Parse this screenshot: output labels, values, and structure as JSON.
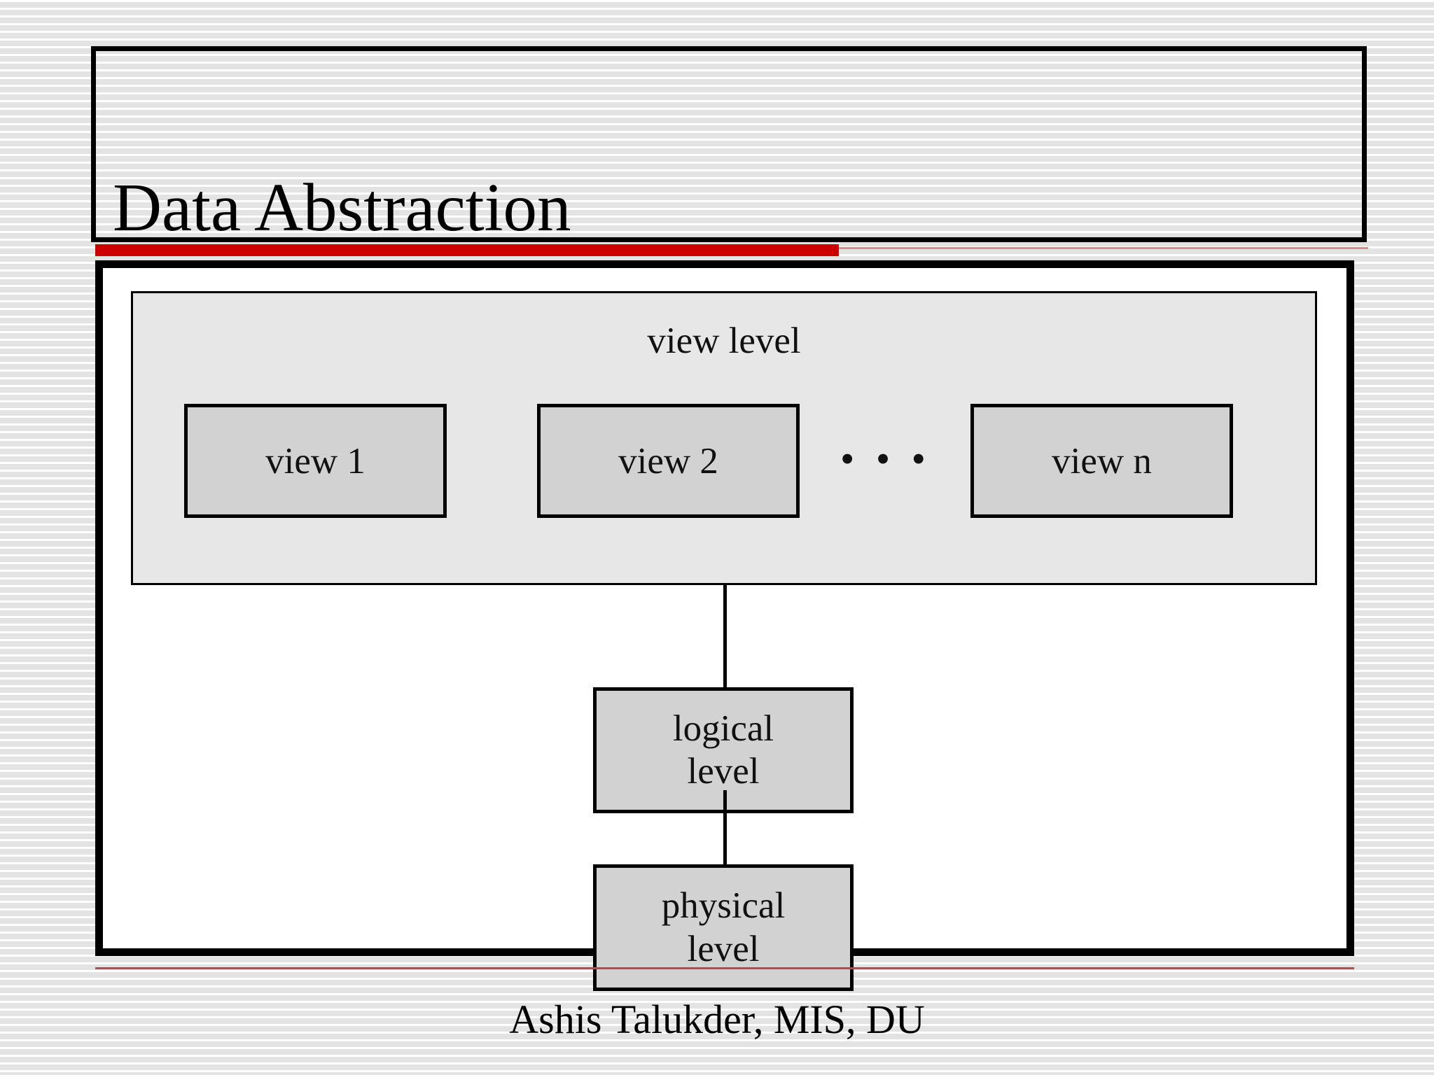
{
  "slide": {
    "title": "Data Abstraction",
    "footer": "Ashis Talukder, MIS, DU",
    "accent_color": "#cc0000",
    "border_color": "#000000",
    "panel_fill": "#e7e7e7",
    "box_fill": "#d2d2d2",
    "background": "#e3e3e3"
  },
  "diagram": {
    "view_level": {
      "label": "view level",
      "views": [
        {
          "label": "view 1"
        },
        {
          "label": "view 2"
        },
        {
          "label": "view n"
        }
      ],
      "ellipsis": "• • •"
    },
    "levels": [
      {
        "line1": "logical",
        "line2": "level"
      },
      {
        "line1": "physical",
        "line2": "level"
      }
    ]
  }
}
